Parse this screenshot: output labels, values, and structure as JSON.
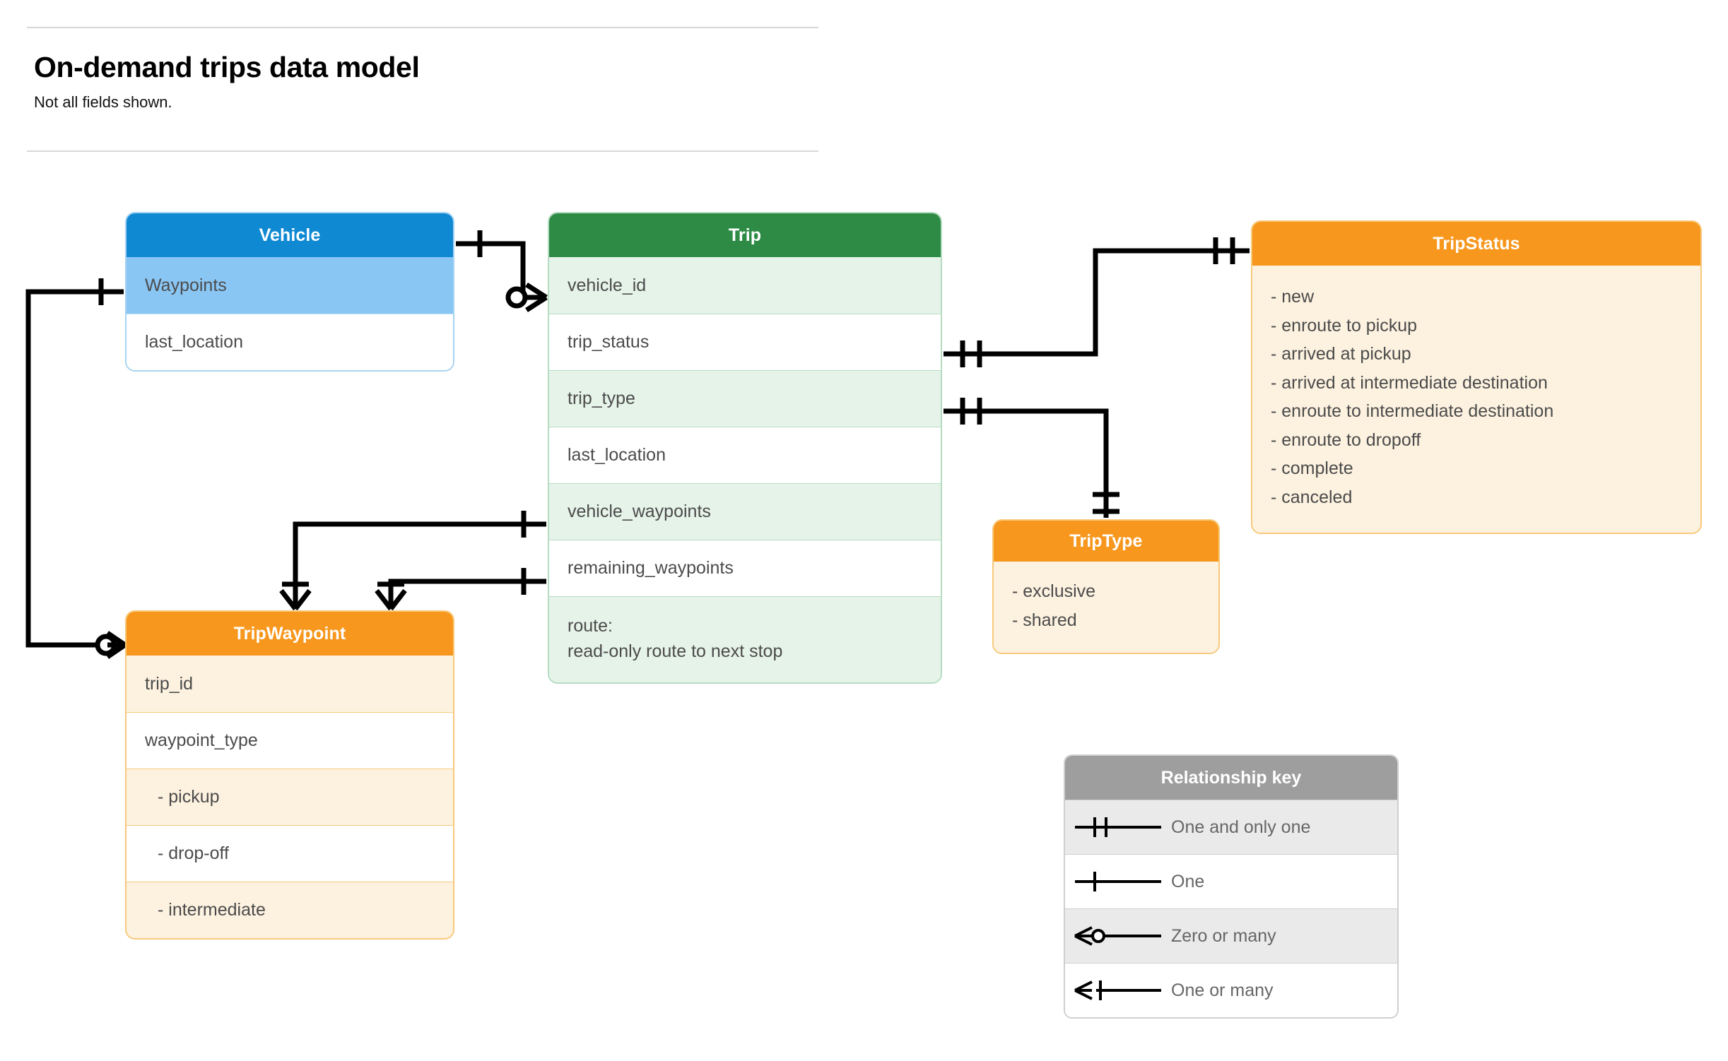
{
  "header": {
    "title": "On-demand trips data model",
    "subtitle": "Not all fields shown."
  },
  "entities": {
    "vehicle": {
      "name": "Vehicle",
      "color": "#1089d3",
      "rows": [
        {
          "label": "Waypoints",
          "highlight": true
        },
        {
          "label": "last_location",
          "highlight": false
        }
      ]
    },
    "trip": {
      "name": "Trip",
      "color": "#2e8b46",
      "rows": [
        {
          "label": "vehicle_id"
        },
        {
          "label": "trip_status"
        },
        {
          "label": "trip_type"
        },
        {
          "label": "last_location"
        },
        {
          "label": "vehicle_waypoints"
        },
        {
          "label": "remaining_waypoints"
        },
        {
          "label": "route:",
          "label2": "read-only route to next stop"
        }
      ]
    },
    "tripwaypoint": {
      "name": "TripWaypoint",
      "color": "#f7971d",
      "rows": [
        {
          "label": "trip_id",
          "indent": false
        },
        {
          "label": "waypoint_type",
          "indent": false
        },
        {
          "label": "-  pickup",
          "indent": true
        },
        {
          "label": "-  drop-off",
          "indent": true
        },
        {
          "label": "-  intermediate",
          "indent": true
        }
      ]
    },
    "tripstatus": {
      "name": "TripStatus",
      "color": "#f7971d",
      "items": [
        "- new",
        "- enroute to pickup",
        "- arrived at pickup",
        "- arrived at intermediate destination",
        "- enroute to intermediate destination",
        "- enroute to dropoff",
        "- complete",
        "- canceled"
      ]
    },
    "triptype": {
      "name": "TripType",
      "color": "#f7971d",
      "items": [
        "- exclusive",
        "- shared"
      ]
    }
  },
  "legend": {
    "title": "Relationship key",
    "rows": [
      {
        "label": "One and only one",
        "symbol": "one-and-only-one-symbol"
      },
      {
        "label": "One",
        "symbol": "one-symbol"
      },
      {
        "label": "Zero or many",
        "symbol": "zero-or-many-symbol"
      },
      {
        "label": "One or many",
        "symbol": "one-or-many-symbol"
      }
    ]
  },
  "relationships": [
    {
      "from": "Vehicle",
      "to": "Trip",
      "from_card": "one",
      "to_card": "zero or many"
    },
    {
      "from": "Vehicle.Waypoints",
      "to": "TripWaypoint",
      "from_card": "one",
      "to_card": "zero or many"
    },
    {
      "from": "Trip.trip_status",
      "to": "TripStatus",
      "from_card": "one and only one",
      "to_card": "one and only one"
    },
    {
      "from": "Trip.trip_type",
      "to": "TripType",
      "from_card": "one and only one",
      "to_card": "one and only one"
    },
    {
      "from": "Trip.vehicle_waypoints",
      "to": "TripWaypoint",
      "from_card": "one",
      "to_card": "one or many"
    },
    {
      "from": "Trip.remaining_waypoints",
      "to": "TripWaypoint",
      "from_card": "one",
      "to_card": "one or many"
    }
  ]
}
